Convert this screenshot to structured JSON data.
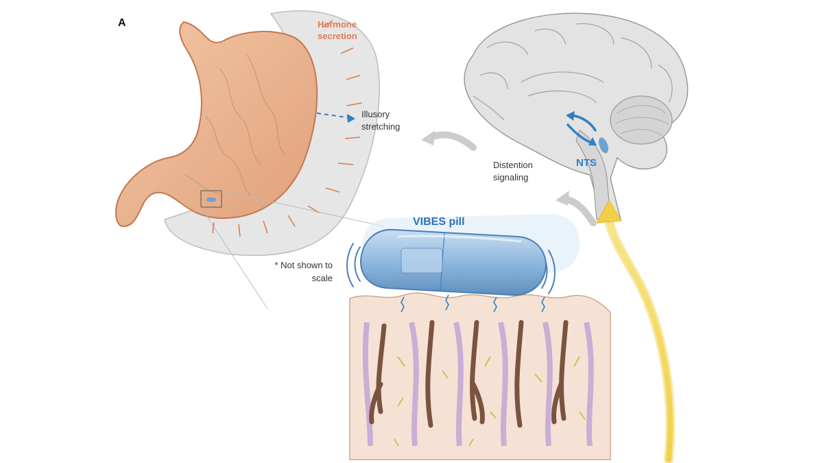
{
  "panel_letter": "A",
  "labels": {
    "hormone_secretion": "Hormone secretion",
    "illusory_stretching": "Illusory stretching",
    "distention_signaling": "Distention signaling",
    "nts": "NTS",
    "vibes_pill": "VIBES pill",
    "not_to_scale": "* Not shown to scale"
  },
  "colors": {
    "stomach_fill": "#eab28f",
    "stomach_outline": "#c07850",
    "wall_gray": "#e6e6e6",
    "hormone_orange": "#e07a55",
    "accent_blue": "#2f7fc4",
    "pill_blue": "#8fb8dd",
    "nerve_yellow": "#f3d75a",
    "brain_gray": "#d9d9d9",
    "tissue_pink": "#f1d4c1",
    "crypt_brown": "#7a5440",
    "villus_purple": "#c9aed6"
  },
  "icons": [
    "stomach-illustration",
    "brain-illustration",
    "pill-illustration",
    "tissue-illustration",
    "nerve-arrow"
  ]
}
